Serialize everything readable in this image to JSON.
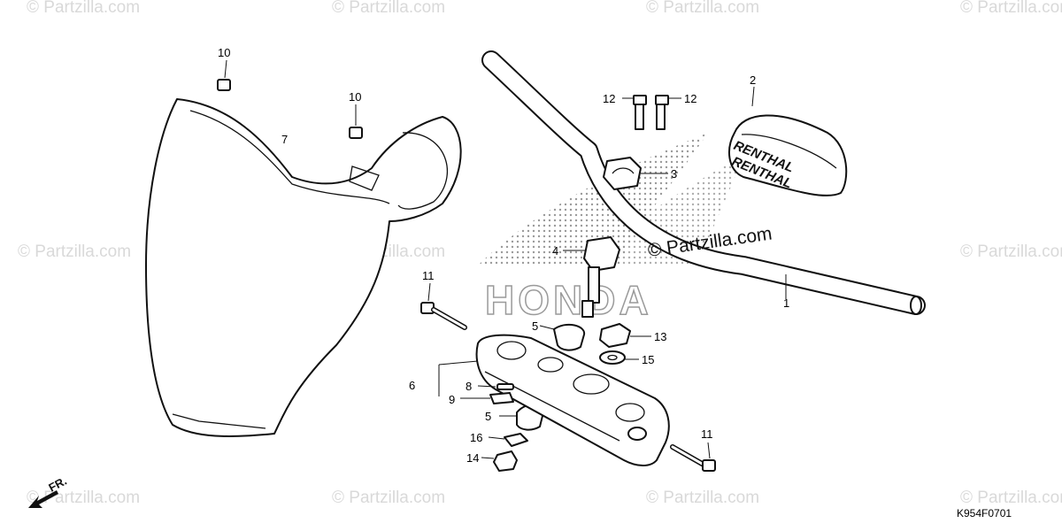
{
  "watermark": "© Partzilla.com",
  "main_watermark": "© Partzilla.com",
  "brand_logo": "HONDA",
  "pad_brand": "RENTHAL",
  "diagram_code": "K954F0701",
  "front_indicator": "FR.",
  "callouts": {
    "c1": "1",
    "c2": "2",
    "c3": "3",
    "c4": "4",
    "c5a": "5",
    "c5b": "5",
    "c6": "6",
    "c7": "7",
    "c8": "8",
    "c9": "9",
    "c10a": "10",
    "c10b": "10",
    "c11a": "11",
    "c11b": "11",
    "c12a": "12",
    "c12b": "12",
    "c13": "13",
    "c14": "14",
    "c15": "15",
    "c16": "16"
  },
  "icons": {
    "front_arrow": "front-arrow-icon"
  }
}
